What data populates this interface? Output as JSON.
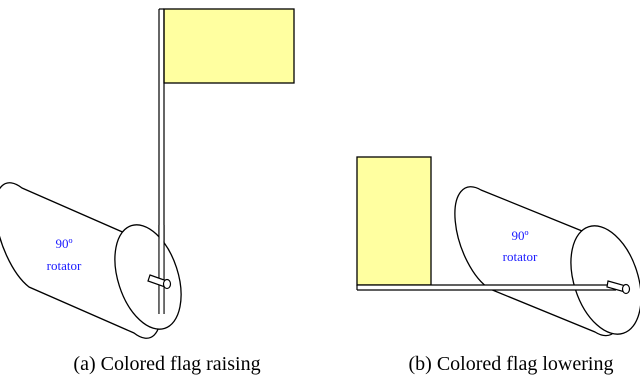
{
  "colors": {
    "flag_fill": "#ffffa0",
    "outline": "#000000",
    "rotator_text": "#1a1aff",
    "background": "#ffffff"
  },
  "panel_a": {
    "rotator_line1": "90º",
    "rotator_line2": "rotator",
    "caption": "(a) Colored flag raising"
  },
  "panel_b": {
    "rotator_line1": "90º",
    "rotator_line2": "rotator",
    "caption": "(b) Colored flag lowering"
  }
}
